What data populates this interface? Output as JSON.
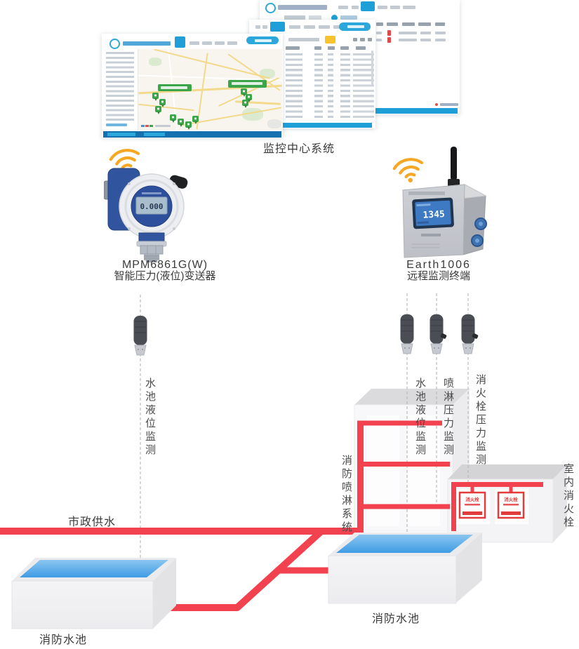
{
  "screens": {
    "caption": "监控中心系统"
  },
  "devices": {
    "transmitter": {
      "model": "MPM6861G(W)",
      "name": "智能压力(液位)变送器",
      "lcd": "0.000"
    },
    "terminal": {
      "model": "Earth1006",
      "name": "远程监测终端",
      "lcd": "1345"
    }
  },
  "sensors": {
    "left_label": "水池液位监测",
    "right1": "水池液位监测",
    "right2": "喷淋压力监测",
    "right3": "消火栓压力监测"
  },
  "diagram": {
    "municipal_supply": "市政供水",
    "sprinkler_system": "消防喷淋系统",
    "indoor_hydrant": "室内消火栓",
    "fire_pool_left": "消防水池",
    "fire_pool_right": "消防水池",
    "cabinet_title": "消火栓"
  },
  "colors": {
    "pipe_red": "#F2414F",
    "water_blue": "#3F9CE5",
    "accent_blue": "#1E9FD8",
    "wifi_orange": "#F6A723",
    "hydrant_red": "#E23B3B",
    "footer_blue": "#1470AF",
    "button_yellow": "#F8C32C",
    "marker_green": "#3BA549"
  }
}
